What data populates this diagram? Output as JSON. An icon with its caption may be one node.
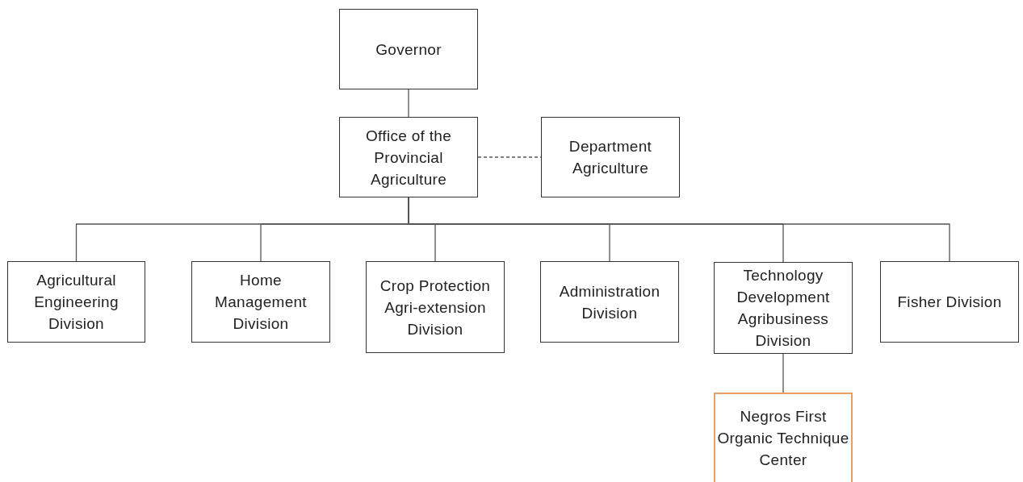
{
  "diagram": {
    "nodes": [
      {
        "text": [
          "Governor"
        ]
      },
      {
        "text": [
          "Office of the Provincial Agriculture"
        ]
      },
      {
        "text": [
          "Department Agriculture"
        ]
      },
      {
        "text": [
          "Agricultural Engineering Division"
        ]
      },
      {
        "text": [
          "Home Management Division"
        ]
      },
      {
        "text": [
          "Crop Protection Agri-extension Division"
        ]
      },
      {
        "text": [
          "Administration Division"
        ]
      },
      {
        "text": [
          "Technology Development Agribusiness Division"
        ]
      },
      {
        "text": [
          "Fisher Division"
        ]
      },
      {
        "text": [
          "Negros First Organic Technique Center"
        ]
      }
    ],
    "edges": [
      {
        "from": 0,
        "to": 1,
        "arrow": "none"
      },
      {
        "from": 1,
        "to": 2,
        "arrow": "none",
        "style": "dashed"
      },
      {
        "from": 1,
        "to": 3,
        "arrow": "none"
      },
      {
        "from": 1,
        "to": 4,
        "arrow": "none"
      },
      {
        "from": 1,
        "to": 5,
        "arrow": "none"
      },
      {
        "from": 1,
        "to": 6,
        "arrow": "none"
      },
      {
        "from": 1,
        "to": 7,
        "arrow": "none"
      },
      {
        "from": 1,
        "to": 8,
        "arrow": "none"
      },
      {
        "from": 7,
        "to": 9,
        "arrow": "none"
      }
    ]
  }
}
